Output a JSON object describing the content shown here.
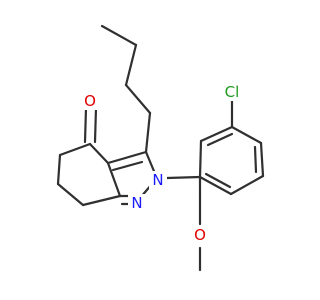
{
  "diagram": {
    "type": "skeletal-formula",
    "bond_color": "#303030",
    "atoms": {
      "oxygen_carbonyl": {
        "text": "O",
        "color": "#e00000"
      },
      "nitrogen_n1": {
        "text": "N",
        "color": "#1a1aff"
      },
      "nitrogen_n2": {
        "text": "N",
        "color": "#1a1aff"
      },
      "chlorine": {
        "text": "Cl",
        "color": "#1f9a1f"
      },
      "oxygen_methoxy": {
        "text": "O",
        "color": "#e00000"
      }
    }
  }
}
